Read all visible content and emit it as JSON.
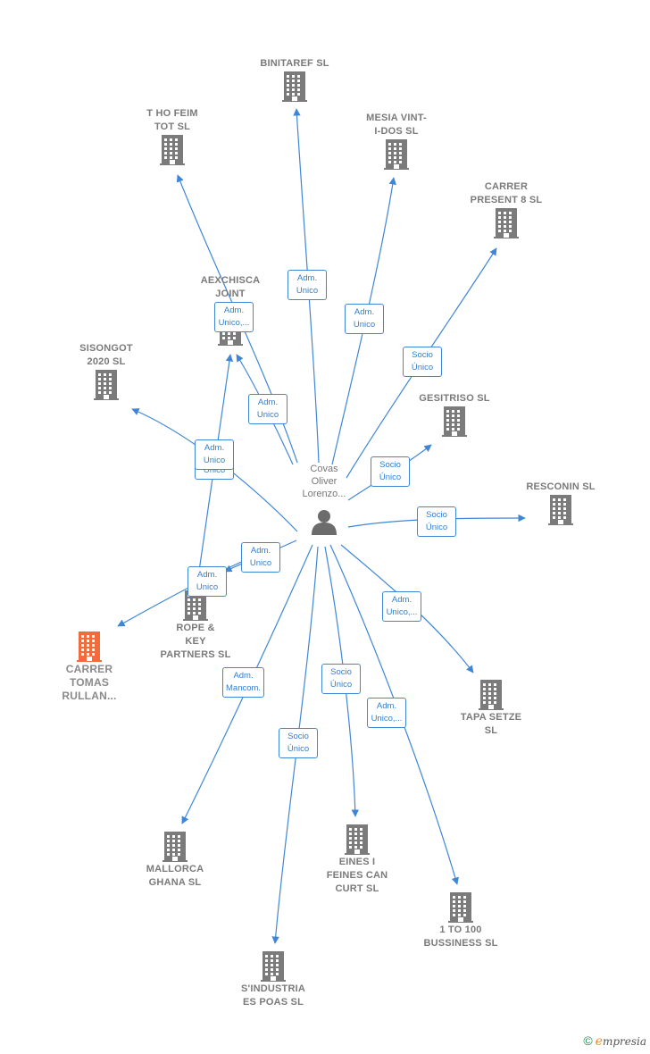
{
  "colors": {
    "building": "#7b7b7b",
    "highlight": "#f26b3a",
    "link": "#3f87d6",
    "person": "#6c6c6c"
  },
  "center": {
    "label": "Covas\nOliver\nLorenzo..."
  },
  "companies": [
    {
      "id": "binitaref",
      "label": "BINITAREF  SL",
      "highlight": false
    },
    {
      "id": "thofeim",
      "label": "T HO FEIM\nTOT  SL",
      "highlight": false
    },
    {
      "id": "mesia",
      "label": "MESIA VINT-\nI-DOS  SL",
      "highlight": false
    },
    {
      "id": "carrerpresent",
      "label": "CARRER\nPRESENT 8  SL",
      "highlight": false
    },
    {
      "id": "aexchisca",
      "label": "AEXCHISCA\nJOINT\nVEN...",
      "highlight": false
    },
    {
      "id": "sisongot",
      "label": "SISONGOT\n2020  SL",
      "highlight": false
    },
    {
      "id": "gesitriso",
      "label": "GESITRISO  SL",
      "highlight": false
    },
    {
      "id": "resconin",
      "label": "RESCONIN  SL",
      "highlight": false
    },
    {
      "id": "ropekey",
      "label": "ROPE &\nKEY\nPARTNERS  SL",
      "highlight": false
    },
    {
      "id": "carrertomas",
      "label": "CARRER\nTOMAS\nRULLAN...",
      "highlight": true
    },
    {
      "id": "tapasetze",
      "label": "TAPA SETZE\nSL",
      "highlight": false
    },
    {
      "id": "mallorca",
      "label": "MALLORCA\nGHANA  SL",
      "highlight": false
    },
    {
      "id": "eines",
      "label": "EINES I\nFEINES CAN\nCURT  SL",
      "highlight": false
    },
    {
      "id": "onetohundred",
      "label": "1 TO 100\nBUSSINESS  SL",
      "highlight": false
    },
    {
      "id": "sindustria",
      "label": "S'INDUSTRIA\nES POAS  SL",
      "highlight": false
    }
  ],
  "relations": [
    {
      "id": "r-binitaref",
      "target": "binitaref",
      "lines": [
        "Adm.",
        "Unico"
      ]
    },
    {
      "id": "r-thofeim",
      "target": "thofeim",
      "lines": [
        "Adm.",
        "Unico,..."
      ]
    },
    {
      "id": "r-mesia",
      "target": "mesia",
      "lines": [
        "Adm.",
        "Unico"
      ]
    },
    {
      "id": "r-carrerpresent",
      "target": "carrerpresent",
      "lines": [
        "Socio",
        "Único"
      ]
    },
    {
      "id": "r-aexchisca",
      "target": "aexchisca",
      "lines": [
        "Adm.",
        "Unico"
      ]
    },
    {
      "id": "r-sisongot-under",
      "target": "sisongot",
      "lines": [
        "Adm.",
        "Unico"
      ]
    },
    {
      "id": "r-sisongot",
      "target": "sisongot",
      "lines": [
        "Adm.",
        "Unico"
      ]
    },
    {
      "id": "r-gesitriso",
      "target": "gesitriso",
      "lines": [
        "Socio",
        "Único"
      ]
    },
    {
      "id": "r-resconin",
      "target": "resconin",
      "lines": [
        "Socio",
        "Único"
      ]
    },
    {
      "id": "r-ropekey",
      "target": "ropekey",
      "lines": [
        "Adm.",
        "Unico"
      ]
    },
    {
      "id": "r-carrertomas",
      "target": "carrertomas",
      "lines": [
        "Adm.",
        "Unico"
      ]
    },
    {
      "id": "r-tapasetze",
      "target": "tapasetze",
      "lines": [
        "Adm.",
        "Unico,..."
      ]
    },
    {
      "id": "r-mallorca",
      "target": "mallorca",
      "lines": [
        "Adm.",
        "Mancom."
      ]
    },
    {
      "id": "r-eines",
      "target": "eines",
      "lines": [
        "Socio",
        "Único"
      ]
    },
    {
      "id": "r-onetohundred",
      "target": "onetohundred",
      "lines": [
        "Adm.",
        "Unico,..."
      ]
    },
    {
      "id": "r-sindustria",
      "target": "sindustria",
      "lines": [
        "Socio",
        "Único"
      ]
    }
  ],
  "footer": {
    "copyright": "©",
    "brand_first": "e",
    "brand_rest": "mpresia"
  }
}
